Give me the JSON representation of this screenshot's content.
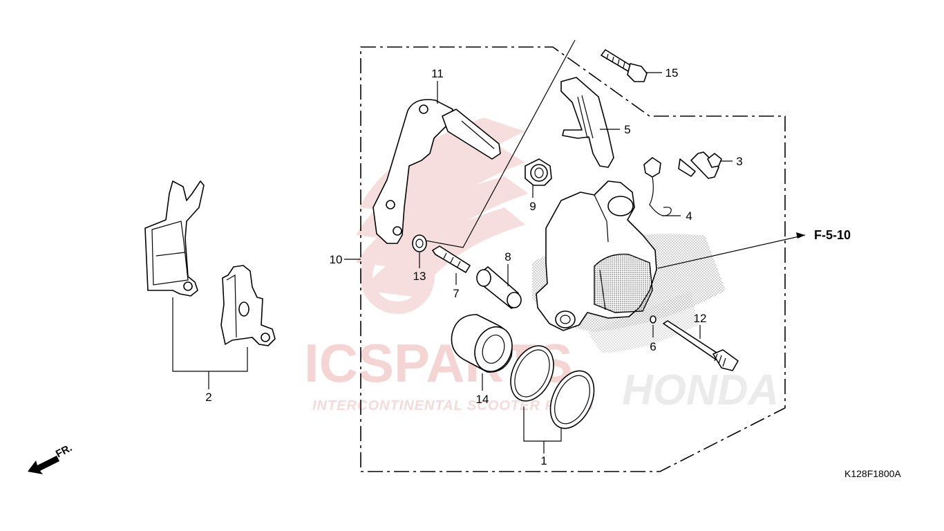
{
  "watermark": {
    "brand": "ICSPARTS",
    "tagline": "INTERCONTINENTAL SCOOTER PARTS",
    "bg_brand": "HONDA"
  },
  "reference": {
    "label": "F-5-10"
  },
  "diagram_code": "K128F1800A",
  "direction_label": "FR.",
  "parts": [
    {
      "id": "p1",
      "number": "1"
    },
    {
      "id": "p2",
      "number": "2"
    },
    {
      "id": "p3",
      "number": "3"
    },
    {
      "id": "p4",
      "number": "4"
    },
    {
      "id": "p5",
      "number": "5"
    },
    {
      "id": "p6",
      "number": "6"
    },
    {
      "id": "p7",
      "number": "7"
    },
    {
      "id": "p8",
      "number": "8"
    },
    {
      "id": "p9",
      "number": "9"
    },
    {
      "id": "p10",
      "number": "10"
    },
    {
      "id": "p11",
      "number": "11"
    },
    {
      "id": "p12",
      "number": "12"
    },
    {
      "id": "p13",
      "number": "13"
    },
    {
      "id": "p14",
      "number": "14"
    },
    {
      "id": "p15",
      "number": "15"
    }
  ],
  "colors": {
    "line": "#000000",
    "watermark_red": "#e8a0a0",
    "watermark_grey": "#d2d2d2",
    "background": "#ffffff"
  }
}
